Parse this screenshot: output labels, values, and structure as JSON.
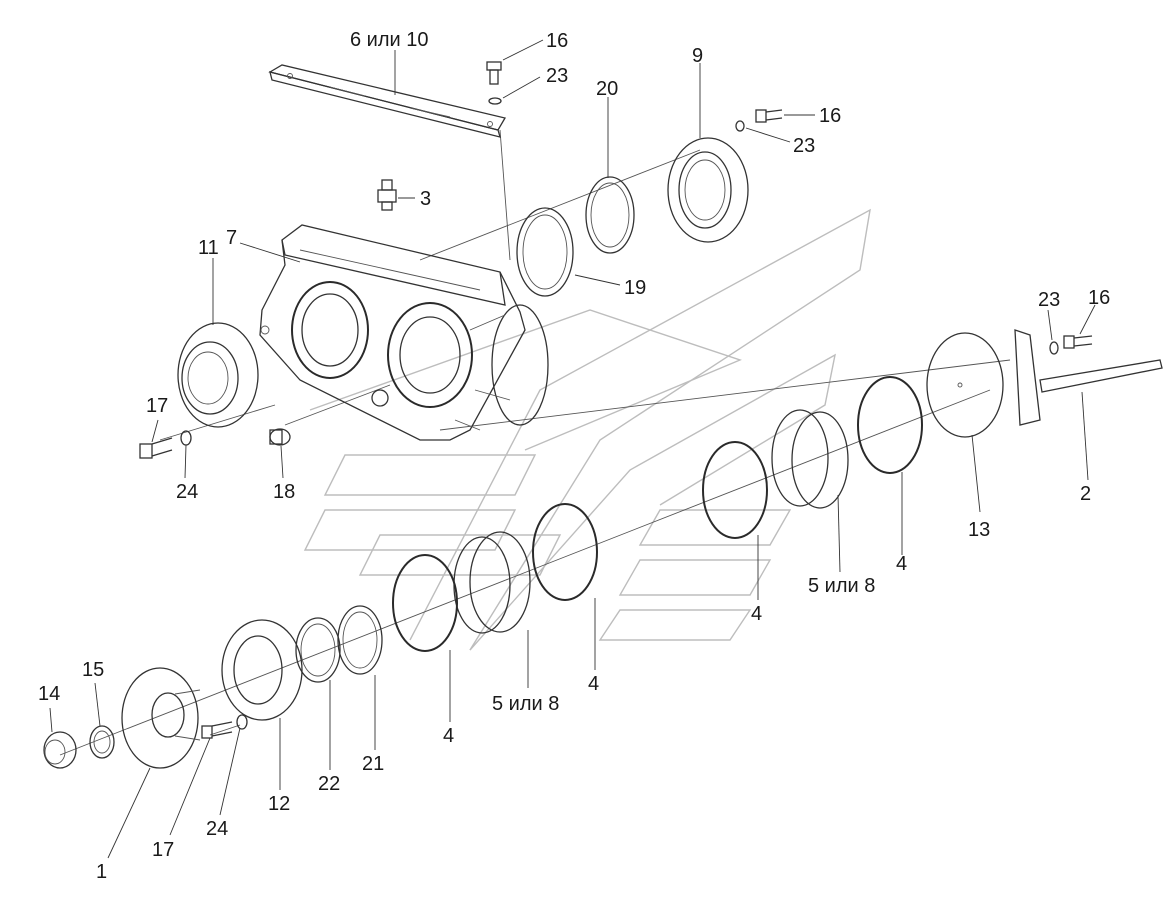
{
  "labels": {
    "l1": "1",
    "l2": "2",
    "l3": "3",
    "l4a": "4",
    "l4b": "4",
    "l4c": "4",
    "l4d": "4",
    "l5a": "5 или 8",
    "l5b": "5 или 8",
    "l6": "6 или 10",
    "l7": "7",
    "l9": "9",
    "l11": "11",
    "l12": "12",
    "l13": "13",
    "l14": "14",
    "l15": "15",
    "l16a": "16",
    "l16b": "16",
    "l16c": "16",
    "l17a": "17",
    "l17b": "17",
    "l18": "18",
    "l19": "19",
    "l20": "20",
    "l21": "21",
    "l22": "22",
    "l23a": "23",
    "l23b": "23",
    "l23c": "23",
    "l24a": "24",
    "l24b": "24"
  },
  "colors": {
    "line": "#333333",
    "watermark": "#bdbdbd",
    "background": "#ffffff"
  }
}
